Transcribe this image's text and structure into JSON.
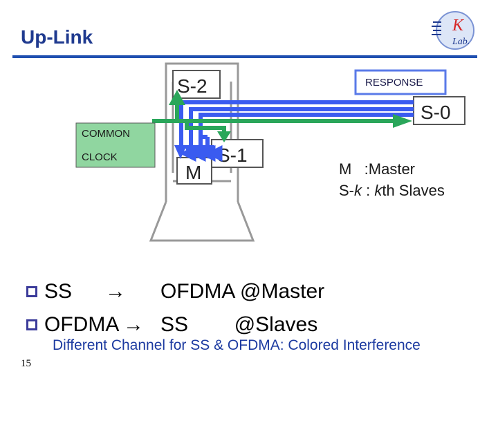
{
  "slide": {
    "title": "Up-Link",
    "page_number": "15"
  },
  "logo": {
    "line1": "K",
    "line2": "Lab."
  },
  "diagram": {
    "response_label": "RESPONSE",
    "common_label": "COMMON",
    "clock_label": "CLOCK",
    "node_s2": "S-2",
    "node_s0": "S-0",
    "node_s1": "S-1",
    "node_m": "M",
    "legend_line1": "M   :Master",
    "legend_line2_prefix": "S-",
    "legend_line2_k": "k",
    "legend_line2_mid": " : ",
    "legend_line2_k2": "k",
    "legend_line2_suffix": "th Slaves",
    "colors": {
      "blue": "#3a5bf0",
      "green": "#2aa65a",
      "green_box": "#90d6a0",
      "response_border": "#5a7ae8"
    }
  },
  "bullets": [
    {
      "left": "SS",
      "arrow": "→",
      "right": "OFDMA @Master"
    },
    {
      "left": "OFDMA",
      "arrow": "→",
      "right": "SS        @Slaves"
    }
  ],
  "note": "Different Channel for SS & OFDMA: Colored Interference"
}
